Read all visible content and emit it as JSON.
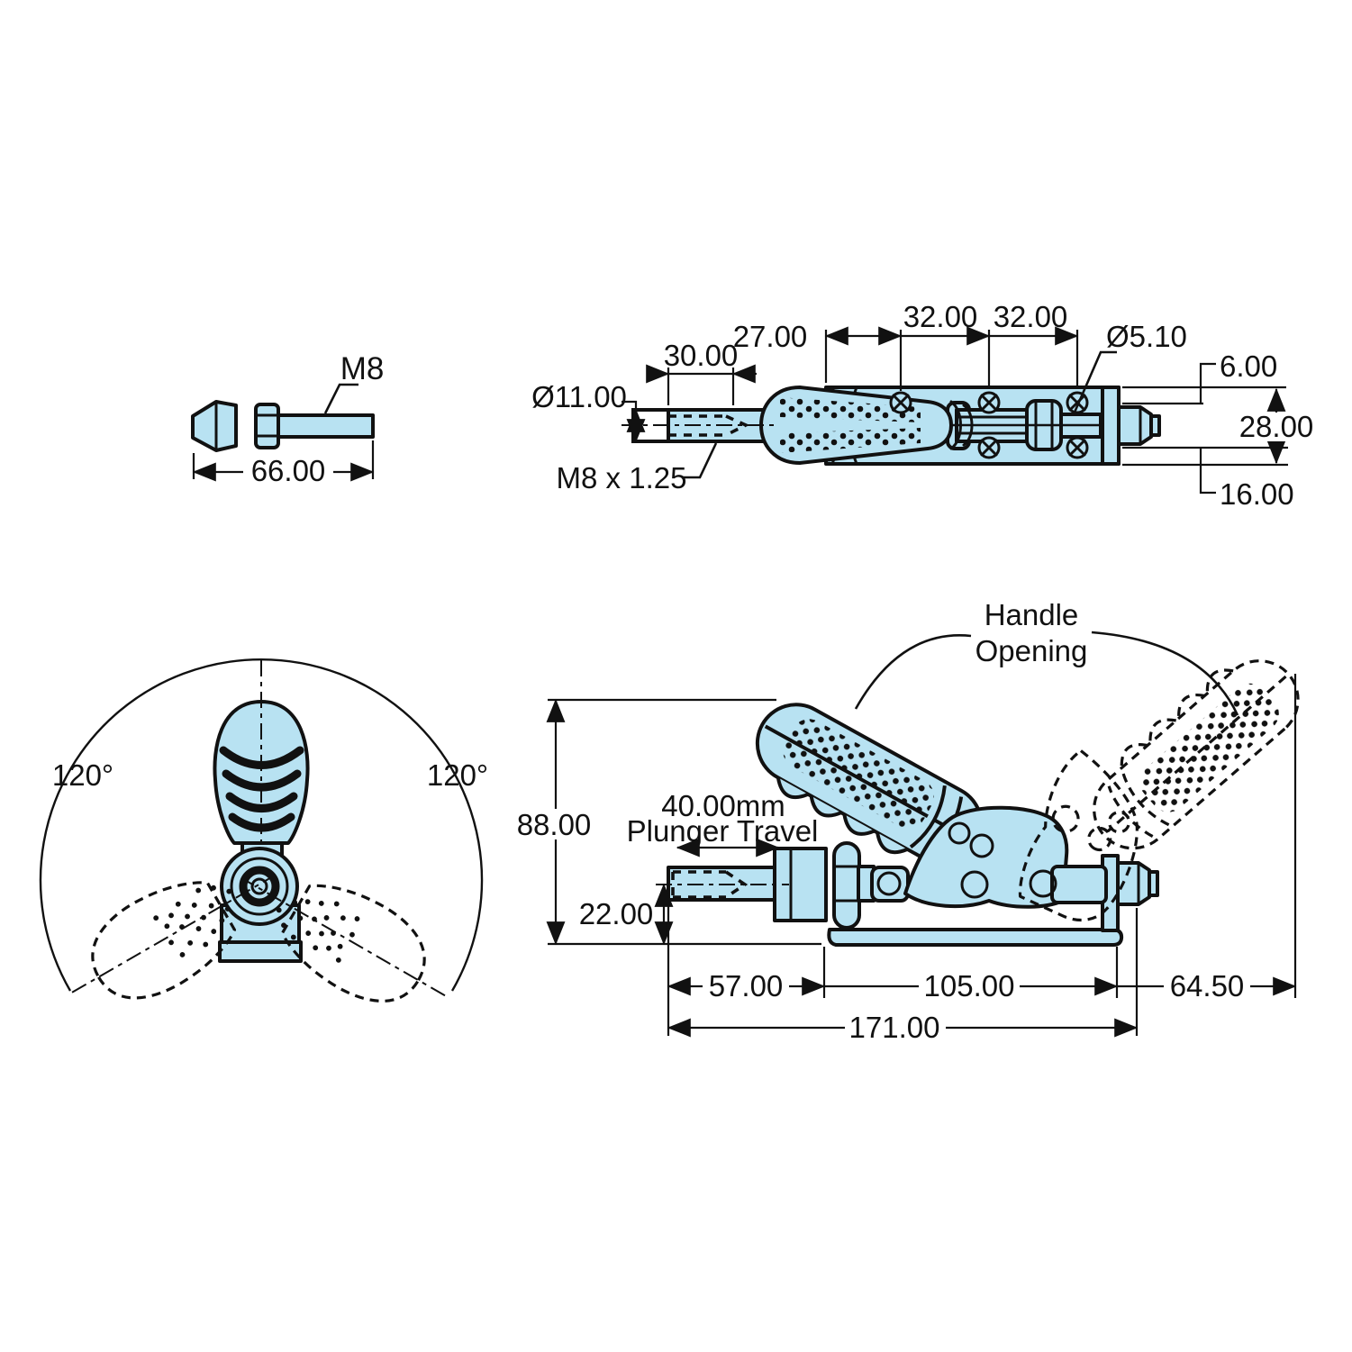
{
  "meta": {
    "description": "Engineering dimension drawing of a push-pull toggle clamp, four views",
    "colors": {
      "part_fill": "#b8e2f2",
      "line": "#111111",
      "background": "#ffffff"
    }
  },
  "views": {
    "spindle": {
      "thread_label": "M8",
      "overall_length": "66.00"
    },
    "top": {
      "thread_length": "30.00",
      "first_hole_offset": "27.00",
      "hole_spacing_1": "32.00",
      "hole_spacing_2": "32.00",
      "hole_diameter": "Ø5.10",
      "plunger_diameter": "Ø11.00",
      "thread_spec": "M8 x 1.25",
      "hole_edge_offset_top": "6.00",
      "body_width": "28.00",
      "hole_row_spacing": "16.00"
    },
    "front": {
      "swing_left": "120°",
      "swing_right": "120°"
    },
    "side": {
      "overall_height": "88.00",
      "plunger_axis_height": "22.00",
      "travel_label_line1": "40.00mm",
      "travel_label_line2": "Plunger Travel",
      "handle_opening_line1": "Handle",
      "handle_opening_line2": "Opening",
      "front_section": "57.00",
      "base_section": "105.00",
      "handle_overhang": "64.50",
      "overall_length": "171.00"
    }
  }
}
